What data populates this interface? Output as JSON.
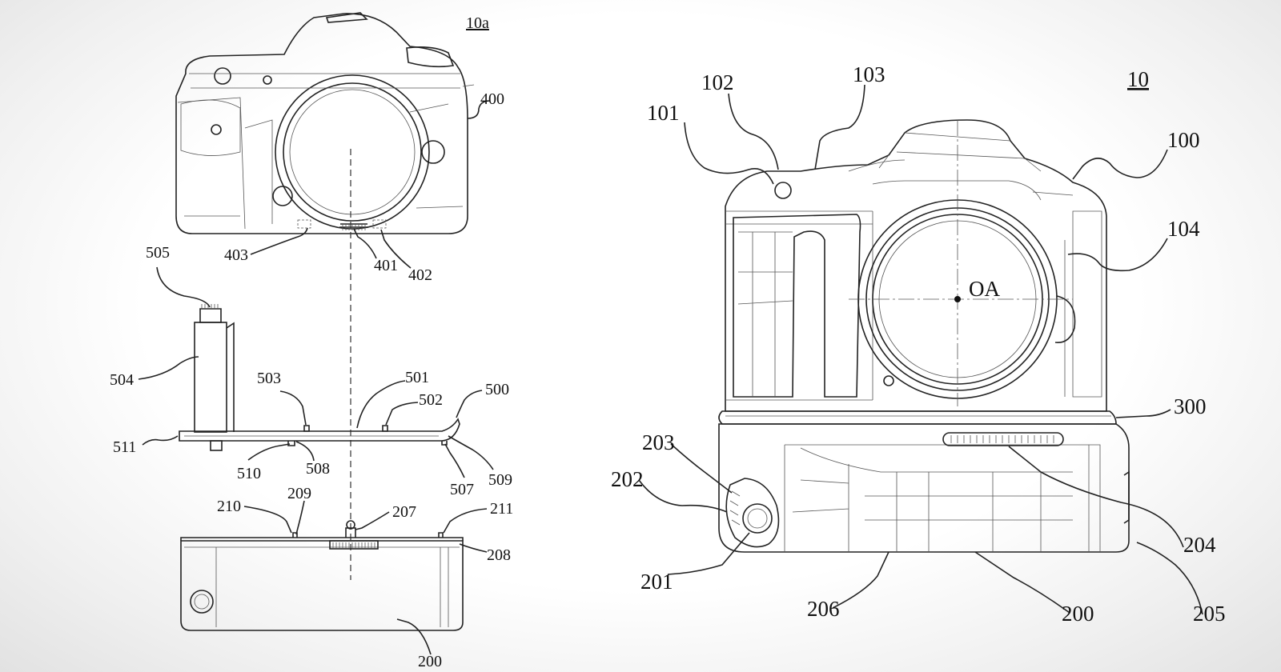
{
  "figures": {
    "left_title": "10a",
    "right_title": "10"
  },
  "labels": {
    "l400": "400",
    "l403": "403",
    "l401": "401",
    "l402": "402",
    "l505": "505",
    "l504": "504",
    "l503": "503",
    "l501": "501",
    "l502": "502",
    "l500": "500",
    "l511": "511",
    "l510": "510",
    "l508": "508",
    "l507": "507",
    "l509": "509",
    "l210": "210",
    "l209": "209",
    "l207": "207",
    "l211": "211",
    "l208": "208",
    "l200a": "200",
    "r101": "101",
    "r102": "102",
    "r103": "103",
    "r100": "100",
    "r104": "104",
    "rOA": "OA",
    "r300": "300",
    "r203": "203",
    "r202": "202",
    "r201": "201",
    "r204": "204",
    "r206": "206",
    "r200": "200",
    "r205": "205"
  }
}
